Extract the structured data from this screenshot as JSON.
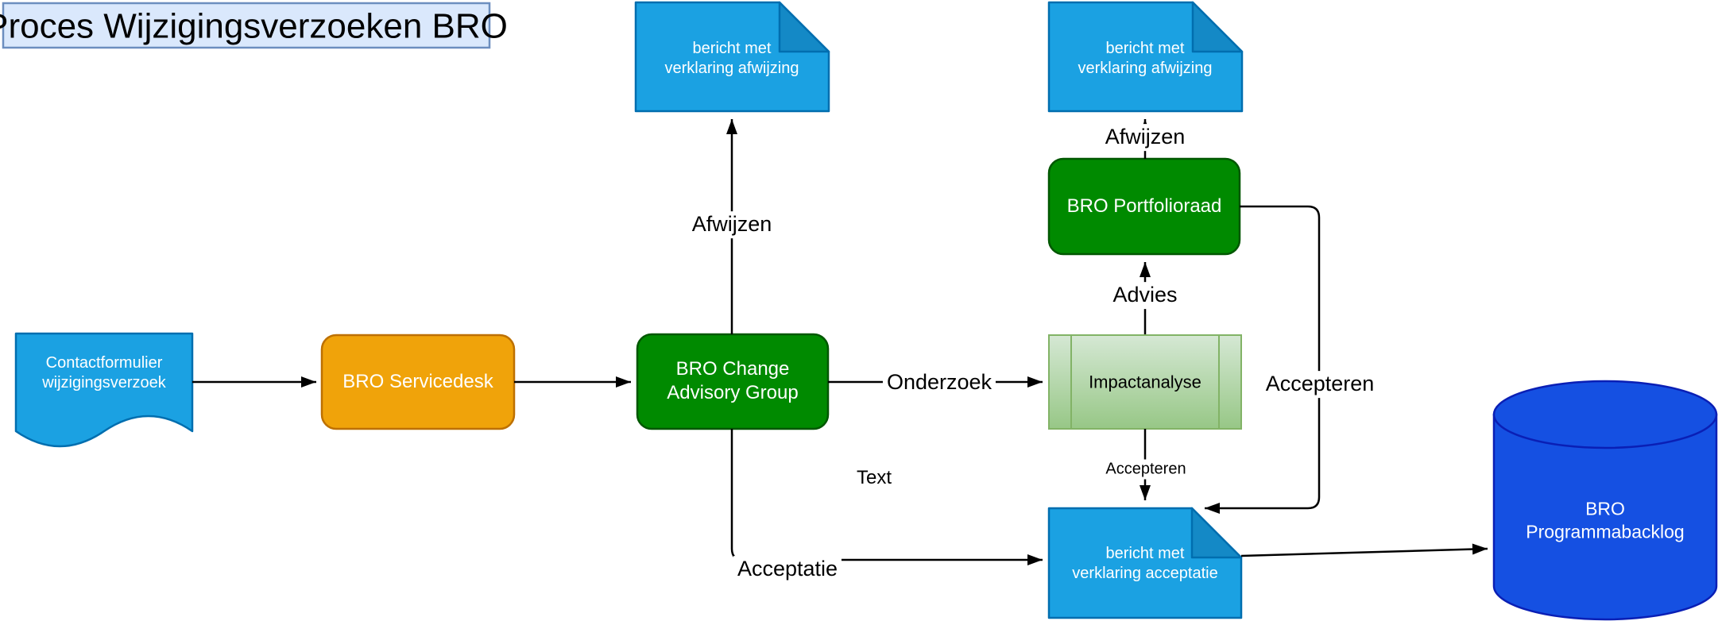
{
  "title": "Proces Wijzigingsverzoeken BRO",
  "nodes": {
    "contact_form": {
      "line1": "Contactformulier",
      "line2": "wijzigingsverzoek"
    },
    "servicedesk": {
      "label": "BRO Servicedesk"
    },
    "change_advisory_group": {
      "line1": "BRO Change",
      "line2": "Advisory Group"
    },
    "rejection_note_left": {
      "line1": "bericht met",
      "line2": "verklaring afwijzing"
    },
    "rejection_note_right": {
      "line1": "bericht met",
      "line2": "verklaring afwijzing"
    },
    "portfolioraad": {
      "label": "BRO Portfolioraad"
    },
    "impactanalyse": {
      "label": "Impactanalyse"
    },
    "acceptance_note": {
      "line1": "bericht met",
      "line2": "verklaring acceptatie"
    },
    "programmabacklog": {
      "line1": "BRO",
      "line2": "Programmabacklog"
    }
  },
  "edge_labels": {
    "afwijzen_left": "Afwijzen",
    "afwijzen_right": "Afwijzen",
    "onderzoek": "Onderzoek",
    "advies": "Advies",
    "accepteren_loop": "Accepteren",
    "accepteren_down": "Accepteren",
    "acceptatie": "Acceptatie",
    "text_placeholder": "Text"
  },
  "colors": {
    "azure_fill": "#1BA1E2",
    "azure_stroke": "#006EAF",
    "azure_fold": "#1489C6",
    "green_fill": "#008A00",
    "green_stroke": "#005700",
    "amber_fill": "#F0A30A",
    "amber_stroke": "#BD7000",
    "blue_fill": "#1550E2",
    "blue_stroke": "#0A1FB5",
    "title_fill": "#DAE8FC",
    "title_stroke": "#6C8EBF",
    "process_fill_top": "#D5E8D4",
    "process_fill_bottom": "#97C786",
    "process_stroke": "#82B366",
    "edge_color": "#000000"
  }
}
